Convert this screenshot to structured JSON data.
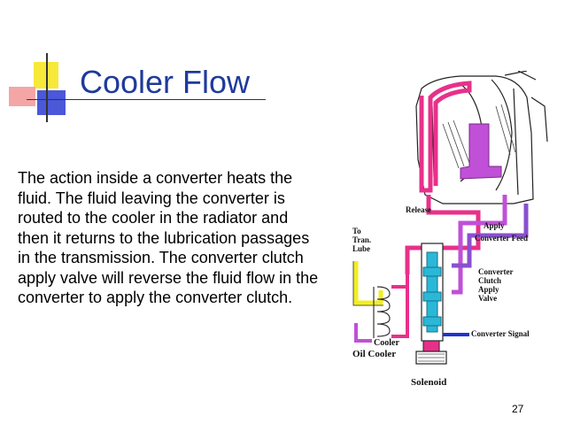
{
  "slide": {
    "title": "Cooler Flow",
    "body": "The action inside a converter heats the fluid. The fluid leaving the converter is routed to the cooler in the radiator and then it returns to the lubrication passages in the transmission. The converter clutch apply valve will reverse the fluid flow in the converter to apply the converter clutch.",
    "page_number": "27"
  },
  "diagram": {
    "labels": {
      "release": "Release",
      "apply": "Apply",
      "converter_feed": "Converter Feed",
      "to_tran_lube_1": "To",
      "to_tran_lube_2": "Tran.",
      "to_tran_lube_3": "Lube",
      "valve_1": "Converter",
      "valve_2": "Clutch",
      "valve_3": "Apply",
      "valve_4": "Valve",
      "converter_signal": "Converter Signal",
      "cooler_1": "Cooler",
      "cooler_2": "Oil Cooler",
      "solenoid": "Solenoid"
    },
    "colors": {
      "pink": "#e8308a",
      "magenta": "#c050d8",
      "violet": "#8a4fd0",
      "cyan": "#2ab8d8",
      "yellow": "#f2ee20",
      "blue": "#2233cc"
    }
  }
}
